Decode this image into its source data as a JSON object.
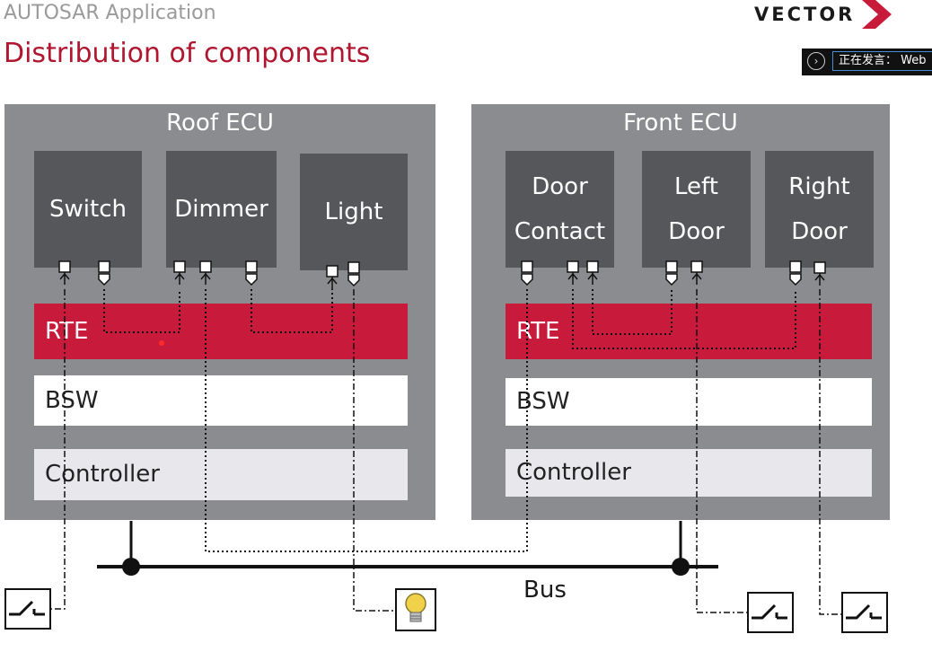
{
  "header": {
    "subtitle": "AUTOSAR Application",
    "title": "Distribution of components",
    "logo_text": "VECTOR",
    "accent_color": "#c81b3b"
  },
  "speaker_banner": {
    "icon": "chevron-right-icon",
    "label": "正在发言： Web"
  },
  "roof_ecu": {
    "title": "Roof ECU",
    "components": [
      "Switch",
      "Dimmer",
      "Light"
    ],
    "rte": "RTE",
    "bsw": "BSW",
    "controller": "Controller"
  },
  "front_ecu": {
    "title": "Front ECU",
    "components": [
      {
        "line1": "Door",
        "line2": "Contact"
      },
      {
        "line1": "Left",
        "line2": "Door"
      },
      {
        "line1": "Right",
        "line2": "Door"
      }
    ],
    "rte": "RTE",
    "bsw": "BSW",
    "controller": "Controller"
  },
  "bus": {
    "label": "Bus"
  },
  "peripherals": [
    "switch-icon",
    "light-bulb-icon",
    "switch-icon",
    "switch-icon"
  ]
}
